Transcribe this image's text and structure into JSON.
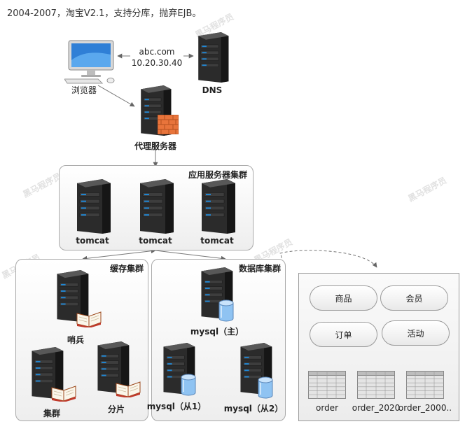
{
  "title": "2004-2007，淘宝V2.1，支持分库，抛弃EJB。",
  "browser": {
    "label": "浏览器",
    "icon": "monitor-icon"
  },
  "dns": {
    "label": "DNS",
    "domain": "abc.com",
    "ip": "10.20.30.40"
  },
  "proxy": {
    "label": "代理服务器",
    "icon": "firewall-icon"
  },
  "app_cluster": {
    "label": "应用服务器集群",
    "servers": [
      "tomcat",
      "tomcat",
      "tomcat"
    ]
  },
  "cache_cluster": {
    "label": "缓存集群",
    "sentinel": "哨兵",
    "cluster": "集群",
    "shard": "分片",
    "icon": "book-icon"
  },
  "db_cluster": {
    "label": "数据库集群",
    "master": "mysql（主）",
    "slave1": "mysql（从1）",
    "slave2": "mysql（从2）",
    "icon": "database-icon"
  },
  "databases": {
    "pills": [
      "商品",
      "会员",
      "订单",
      "活动"
    ],
    "tables": [
      "order",
      "order_2020",
      "order_2000.."
    ]
  },
  "watermark": "黑马程序员",
  "colors": {
    "server_dark": "#2b2b2b",
    "server_light": "#585858",
    "led": "#1e88d8",
    "firewall": "#e8743b",
    "db_blue": "#8fc3f2"
  }
}
